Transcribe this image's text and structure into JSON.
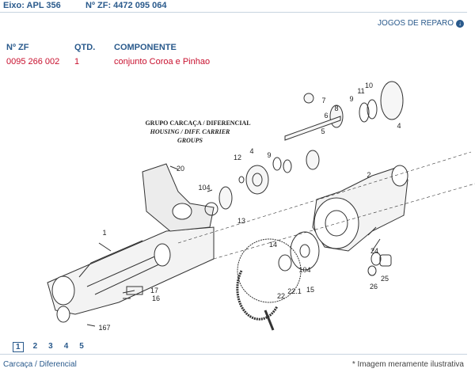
{
  "header": {
    "eixo": "Eixo: APL 356",
    "zf": "Nº ZF: 4472 095 064"
  },
  "jogos_link": "JOGOS DE REPARO",
  "table": {
    "col_zf": "Nº ZF",
    "col_qtd": "QTD.",
    "col_comp": "COMPONENTE",
    "rows": [
      {
        "zf": "0095 266 002",
        "qtd": "1",
        "comp": "conjunto Coroa e Pinhao"
      }
    ]
  },
  "diagram": {
    "title1": "GRUPO CARCAÇA / DIFERENCIAL",
    "title2": "HOUSING / DIFF. CARRIER",
    "title3": "GROUPS",
    "labels": [
      "7",
      "6",
      "5",
      "8",
      "9",
      "11",
      "10",
      "4",
      "12",
      "4",
      "9",
      "20",
      "2",
      "104",
      "13",
      "1",
      "14",
      "104",
      "15",
      "24",
      "25",
      "26",
      "17",
      "16",
      "22",
      "22.1",
      "167"
    ]
  },
  "pager": [
    "1",
    "2",
    "3",
    "4",
    "5"
  ],
  "footer": {
    "left": "Carcaça / Diferencial",
    "right": "* Imagem meramente ilustrativa"
  }
}
